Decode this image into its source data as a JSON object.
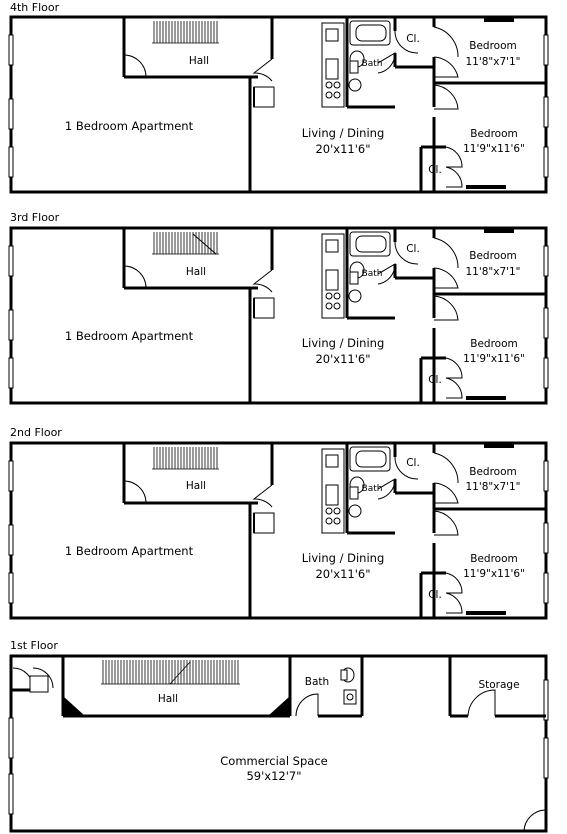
{
  "floors": [
    {
      "title": "4th Floor",
      "rooms": {
        "apartment_1br": "1 Bedroom Apartment",
        "hall": "Hall",
        "living": "Living / Dining",
        "living_dim": "20'x11'6\"",
        "bath": "Bath",
        "closet_top": "Cl.",
        "bedroom_small": "Bedroom",
        "bedroom_small_dim": "11'8\"x7'1\"",
        "bedroom_large": "Bedroom",
        "bedroom_large_dim": "11'9\"x11'6\"",
        "closet_bottom": "Cl."
      }
    },
    {
      "title": "3rd Floor",
      "rooms": {
        "apartment_1br": "1 Bedroom Apartment",
        "hall": "Hall",
        "living": "Living / Dining",
        "living_dim": "20'x11'6\"",
        "bath": "Bath",
        "closet_top": "Cl.",
        "bedroom_small": "Bedroom",
        "bedroom_small_dim": "11'8\"x7'1\"",
        "bedroom_large": "Bedroom",
        "bedroom_large_dim": "11'9\"x11'6\"",
        "closet_bottom": "Cl."
      }
    },
    {
      "title": "2nd Floor",
      "rooms": {
        "apartment_1br": "1 Bedroom Apartment",
        "hall": "Hall",
        "living": "Living / Dining",
        "living_dim": "20'x11'6\"",
        "bath": "Bath",
        "closet_top": "Cl.",
        "bedroom_small": "Bedroom",
        "bedroom_small_dim": "11'8\"x7'1\"",
        "bedroom_large": "Bedroom",
        "bedroom_large_dim": "11'9\"x11'6\"",
        "closet_bottom": "Cl."
      }
    }
  ],
  "ground_floor": {
    "title": "1st Floor",
    "rooms": {
      "hall": "Hall",
      "bath": "Bath",
      "storage": "Storage",
      "commercial": "Commercial Space",
      "commercial_dim": "59'x12'7\""
    }
  }
}
